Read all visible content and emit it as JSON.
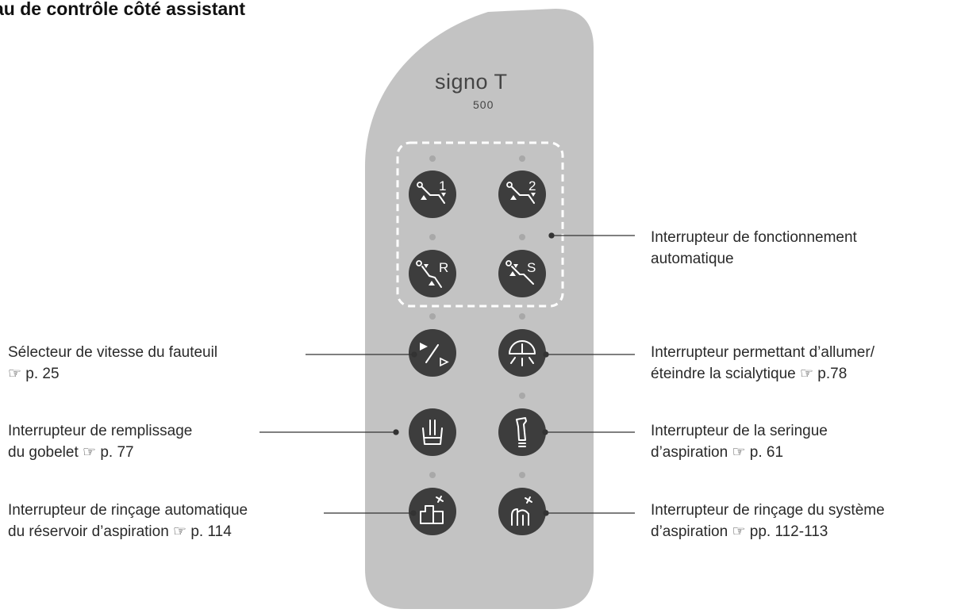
{
  "title": "au de contrôle côté assistant",
  "brand": {
    "name": "signo T",
    "model": "500"
  },
  "buttons": {
    "auto1": "1",
    "auto2": "2",
    "autoR": "R",
    "autoS": "S"
  },
  "labels": {
    "auto_mode": [
      "Interrupteur de fonctionnement",
      "automatique"
    ],
    "chair_speed": [
      "Sélecteur de vitesse du fauteuil",
      "☞ p. 25"
    ],
    "operating_light": [
      "Interrupteur permettant d’allumer/",
      "éteindre la scialytique ☞ p.78"
    ],
    "cup_fill": [
      "Interrupteur de remplissage",
      "du gobelet ☞ p. 77"
    ],
    "suction_syringe": [
      "Interrupteur de la seringue",
      "d’aspiration ☞ p. 61"
    ],
    "tank_rinse": [
      "Interrupteur de rinçage automatique",
      "du réservoir d’aspiration ☞ p. 114"
    ],
    "suction_rinse": [
      "Interrupteur de rinçage du système",
      "d’aspiration ☞ pp. 112-113"
    ]
  },
  "colors": {
    "panel": "#c3c3c3",
    "button": "#3d3d3d",
    "indicator": "#a8a8a8",
    "group_outline": "#ffffff",
    "leader_line": "#333333"
  }
}
